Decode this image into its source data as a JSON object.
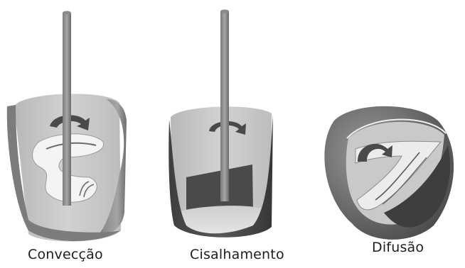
{
  "figure": {
    "panels": [
      {
        "id": "conveccao",
        "caption": "Convecção"
      },
      {
        "id": "cisalhamento",
        "caption": "Cisalhamento"
      },
      {
        "id": "difusao",
        "caption": "Difusão"
      }
    ]
  }
}
